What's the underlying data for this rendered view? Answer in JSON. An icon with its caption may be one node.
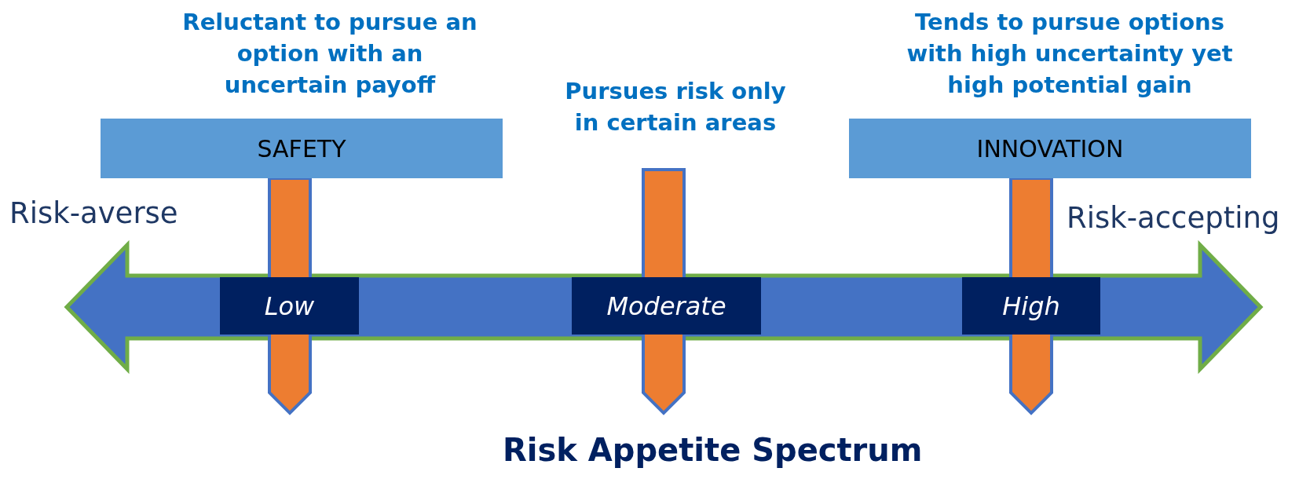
{
  "diagram": {
    "caption": "Risk Appetite Spectrum",
    "nodes": [
      {
        "text": [
          "SAFETY"
        ]
      },
      {
        "text": [
          "INNOVATION"
        ]
      },
      {
        "text": [
          "Low"
        ]
      },
      {
        "text": [
          "Moderate"
        ]
      },
      {
        "text": [
          "High"
        ]
      }
    ],
    "labels": [
      "Reluctant to pursue an option with an uncertain payoff",
      "Pursues risk only in certain areas",
      "Tends to pursue options with high uncertainty yet high potential gain",
      "Risk-averse",
      "Risk-accepting"
    ]
  }
}
